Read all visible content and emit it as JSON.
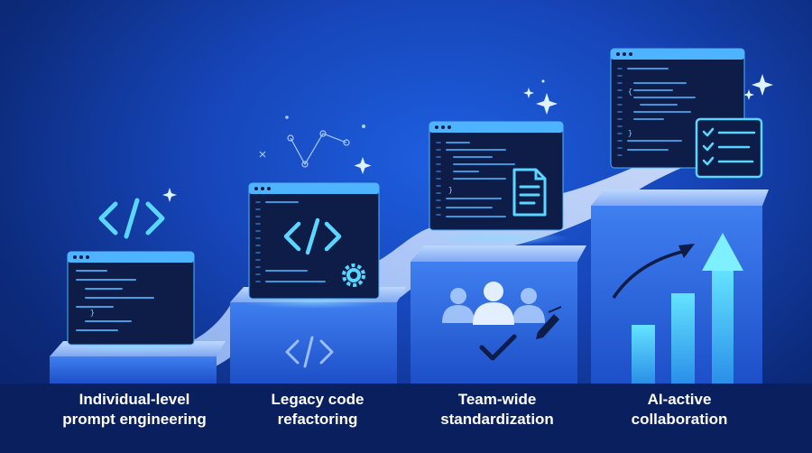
{
  "steps": [
    {
      "line1": "Individual-level",
      "line2": "prompt engineering"
    },
    {
      "line1": "Legacy code",
      "line2": "refactoring"
    },
    {
      "line1": "Team-wide",
      "line2": "standardization"
    },
    {
      "line1": "AI-active",
      "line2": "collaboration"
    }
  ],
  "icons": {
    "step1": "code-brackets-icon",
    "step2": [
      "code-brackets-icon",
      "gear-icon",
      "network-nodes-icon"
    ],
    "step3": [
      "document-icon",
      "team-users-icon",
      "checkmark-icon",
      "pen-icon"
    ],
    "step4": [
      "checklist-icon",
      "growth-arrow-icon",
      "bar-chart-icon"
    ]
  },
  "colors": {
    "background": "#1645b8",
    "window": "#0e1c48",
    "window_titlebar": "#4fb4ff",
    "accent_cyan": "#5ad7ff",
    "caption_text": "#ffffff"
  }
}
